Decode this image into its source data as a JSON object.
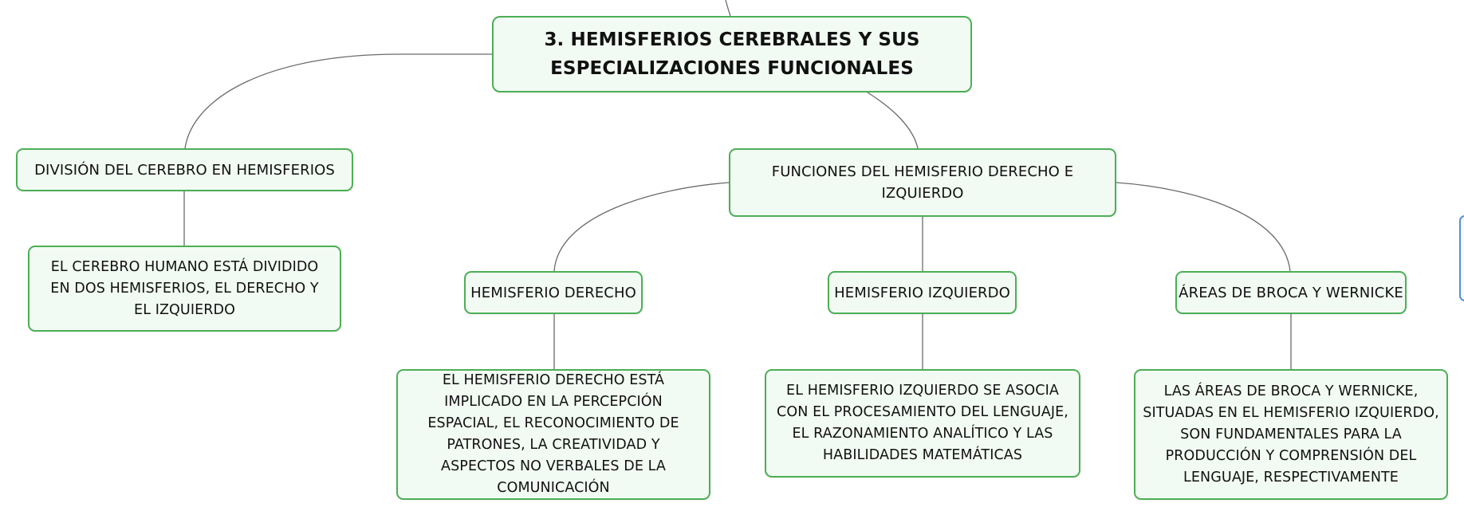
{
  "diagram": {
    "main": {
      "line1": "3. HEMISFERIOS CEREBRALES Y SUS",
      "line2": "ESPECIALIZACIONES FUNCIONALES"
    },
    "division": {
      "title": "DIVISIÓN DEL CEREBRO EN HEMISFERIOS",
      "detail": "EL CEREBRO HUMANO ESTÁ DIVIDIDO EN DOS HEMISFERIOS, EL DERECHO Y EL IZQUIERDO"
    },
    "funciones": {
      "title": "FUNCIONES DEL HEMISFERIO DERECHO E IZQUIERDO"
    },
    "derecho": {
      "title": "HEMISFERIO DERECHO",
      "detail": "EL HEMISFERIO DERECHO ESTÁ IMPLICADO EN LA PERCEPCIÓN ESPACIAL, EL RECONOCIMIENTO DE PATRONES, LA CREATIVIDAD Y ASPECTOS NO VERBALES DE LA COMUNICACIÓN"
    },
    "izquierdo": {
      "title": "HEMISFERIO IZQUIERDO",
      "detail": "EL HEMISFERIO IZQUIERDO SE ASOCIA CON EL PROCESAMIENTO DEL LENGUAJE, EL RAZONAMIENTO ANALÍTICO Y LAS HABILIDADES MATEMÁTICAS"
    },
    "broca": {
      "title": "ÁREAS DE BROCA Y WERNICKE",
      "detail": "LAS ÁREAS DE BROCA Y WERNICKE, SITUADAS EN EL HEMISFERIO IZQUIERDO, SON FUNDAMENTALES PARA LA PRODUCCIÓN Y COMPRENSIÓN DEL LENGUAJE, RESPECTIVAMENTE"
    }
  },
  "colors": {
    "node_border": "#4caf55",
    "node_fill": "#f2fbf3",
    "connector": "#6b6b6b",
    "offscreen_node_border": "#5a8fcf"
  }
}
